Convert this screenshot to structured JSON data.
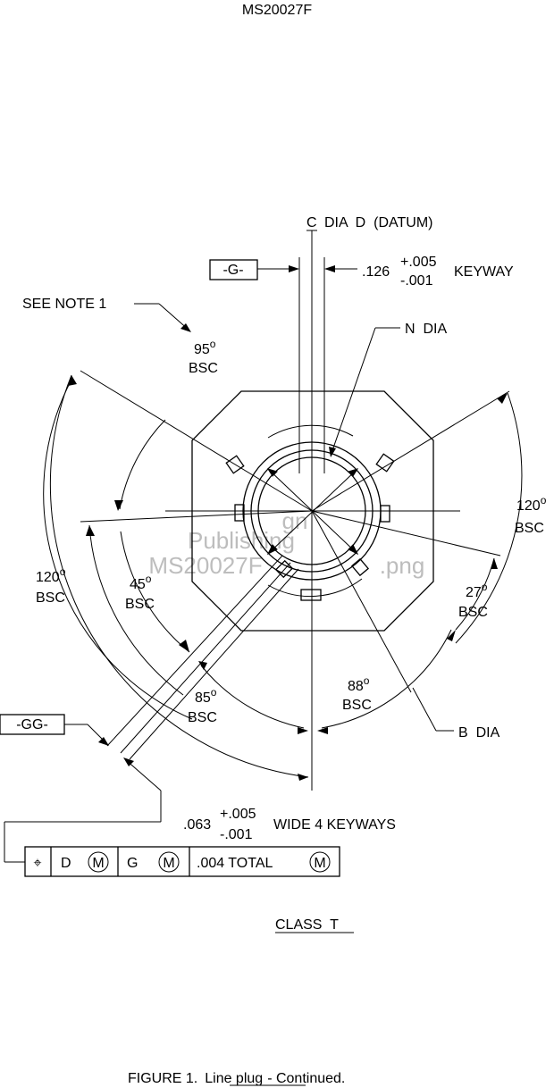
{
  "header": {
    "doc_number": "MS20027F"
  },
  "watermark": {
    "line1": "gn",
    "line2": "Publishing",
    "line3": "MS20027F",
    "line4": ".png"
  },
  "callouts": {
    "centerline_symbol": "C",
    "datum_label": "DIA  D  (DATUM)",
    "datum_g": "-G-",
    "keyway_dim": ".126",
    "keyway_tol_plus": "+.005",
    "keyway_tol_minus": "-.001",
    "keyway_label": "KEYWAY",
    "see_note": "SEE NOTE 1",
    "n_dia": "N  DIA",
    "b_dia": "B  DIA",
    "datum_gg": "-GG-",
    "wide_dim": ".063",
    "wide_tol_plus": "+.005",
    "wide_tol_minus": "-.001",
    "wide_label": "WIDE 4 KEYWAYS"
  },
  "angles": [
    {
      "value": "95",
      "deg": "o",
      "basis": "BSC"
    },
    {
      "value": "120",
      "deg": "o",
      "basis": "BSC"
    },
    {
      "value": "45",
      "deg": "o",
      "basis": "BSC"
    },
    {
      "value": "120",
      "deg": "o",
      "basis": "BSC"
    },
    {
      "value": "27",
      "deg": "o",
      "basis": "BSC"
    },
    {
      "value": "85",
      "deg": "o",
      "basis": "BSC"
    },
    {
      "value": "88",
      "deg": "o",
      "basis": "BSC"
    }
  ],
  "feature_control_frame": {
    "symbol": "⌖",
    "datum1": "D",
    "modifier1": "M",
    "datum2": "G",
    "modifier2": "M",
    "tolerance": ".004 TOTAL",
    "modifier3": "M"
  },
  "class_label": "CLASS  T",
  "caption": {
    "prefix": "FIGURE 1.",
    "title": "Line plug",
    "suffix": "- Continued."
  }
}
